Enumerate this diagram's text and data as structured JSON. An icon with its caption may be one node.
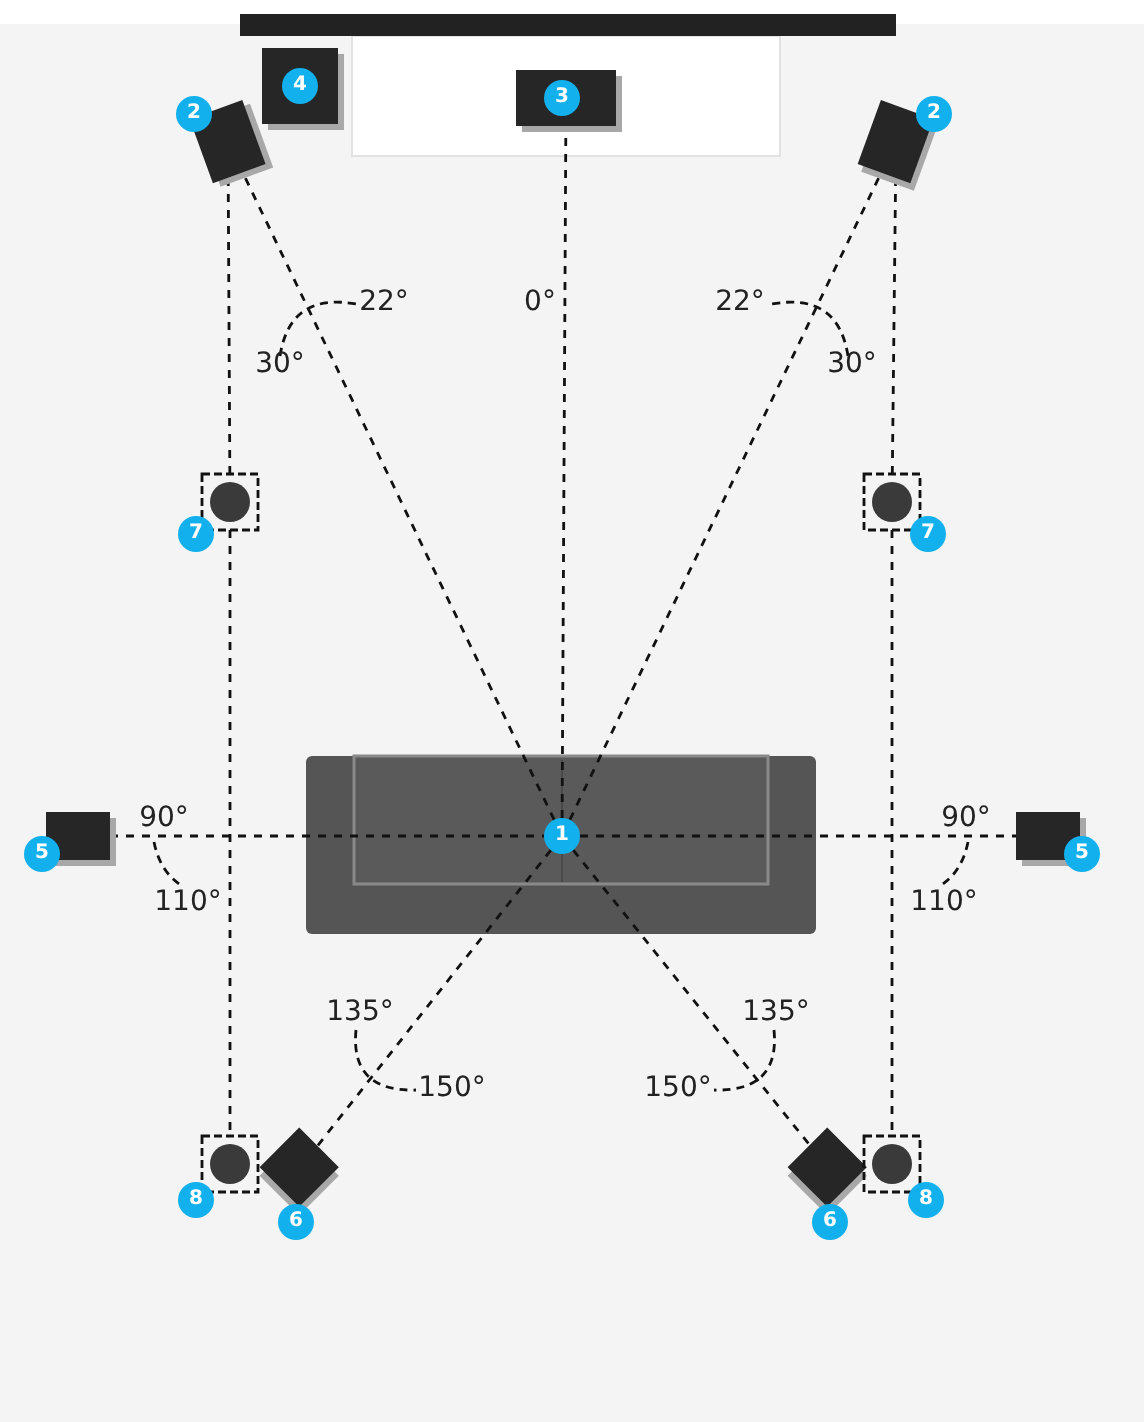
{
  "diagram": {
    "nodes": [
      {
        "text": [
          "4"
        ]
      },
      {
        "text": [
          "2"
        ]
      },
      {
        "text": [
          "3"
        ]
      },
      {
        "text": [
          "2"
        ]
      },
      {
        "text": [
          "7"
        ]
      },
      {
        "text": [
          "7"
        ]
      },
      {
        "text": [
          "5"
        ]
      },
      {
        "text": [
          "1"
        ]
      },
      {
        "text": [
          "5"
        ]
      },
      {
        "text": [
          "8"
        ]
      },
      {
        "text": [
          "6"
        ]
      },
      {
        "text": [
          "6"
        ]
      },
      {
        "text": [
          "8"
        ]
      }
    ],
    "edges": [
      {
        "from": 7,
        "to": 1,
        "arrow": "none",
        "style": "dashed"
      },
      {
        "from": 7,
        "to": 2,
        "arrow": "none",
        "style": "dashed"
      },
      {
        "from": 7,
        "to": 3,
        "arrow": "none",
        "style": "dashed"
      },
      {
        "from": 1,
        "to": 4,
        "arrow": "none",
        "style": "dashed"
      },
      {
        "from": 4,
        "to": 9,
        "arrow": "none",
        "style": "dashed"
      },
      {
        "from": 3,
        "to": 5,
        "arrow": "none",
        "style": "dashed"
      },
      {
        "from": 5,
        "to": 12,
        "arrow": "none",
        "style": "dashed"
      },
      {
        "from": 6,
        "to": 7,
        "arrow": "none",
        "style": "dashed"
      },
      {
        "from": 7,
        "to": 8,
        "arrow": "none",
        "style": "dashed"
      },
      {
        "from": 7,
        "to": 10,
        "arrow": "none",
        "style": "dashed"
      },
      {
        "from": 7,
        "to": 11,
        "arrow": "none",
        "style": "dashed"
      }
    ],
    "labels": [
      "22°",
      "0°",
      "22°",
      "30°",
      "30°",
      "90°",
      "90°",
      "110°",
      "110°",
      "135°",
      "135°",
      "150°",
      "150°"
    ]
  }
}
